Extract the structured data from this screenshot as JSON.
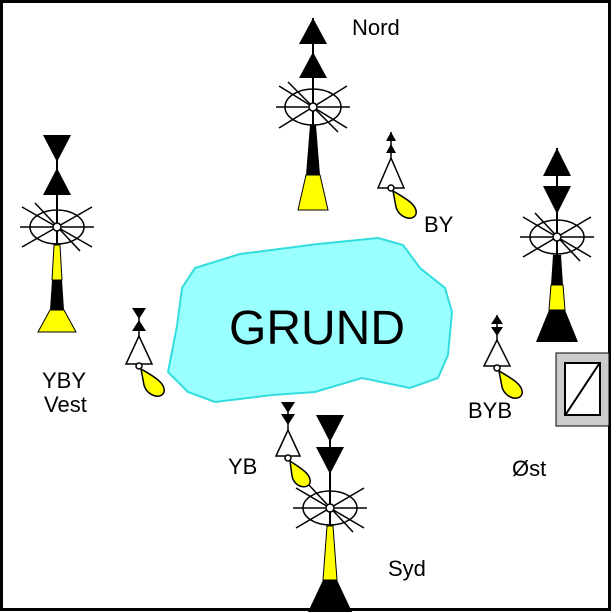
{
  "colors": {
    "yellow": "#ffff00",
    "black": "#000000",
    "shoal_fill": "#99ffff",
    "shoal_stroke": "#33dddd",
    "frame": "#000000",
    "box_fill": "#cccccc"
  },
  "shoal": {
    "label": "GRUND"
  },
  "directions": {
    "north": "Nord",
    "east": "Øst",
    "south": "Syd",
    "west": "Vest"
  },
  "small_buoys": {
    "north": "BY",
    "east": "BYB",
    "south": "YB",
    "west": "YBY"
  },
  "icons": {
    "large_buoy": "cardinal-buoy-icon",
    "small_buoy": "cardinal-spar-buoy-icon",
    "light": "light-rays-icon",
    "box": "isolated-panel-icon"
  }
}
